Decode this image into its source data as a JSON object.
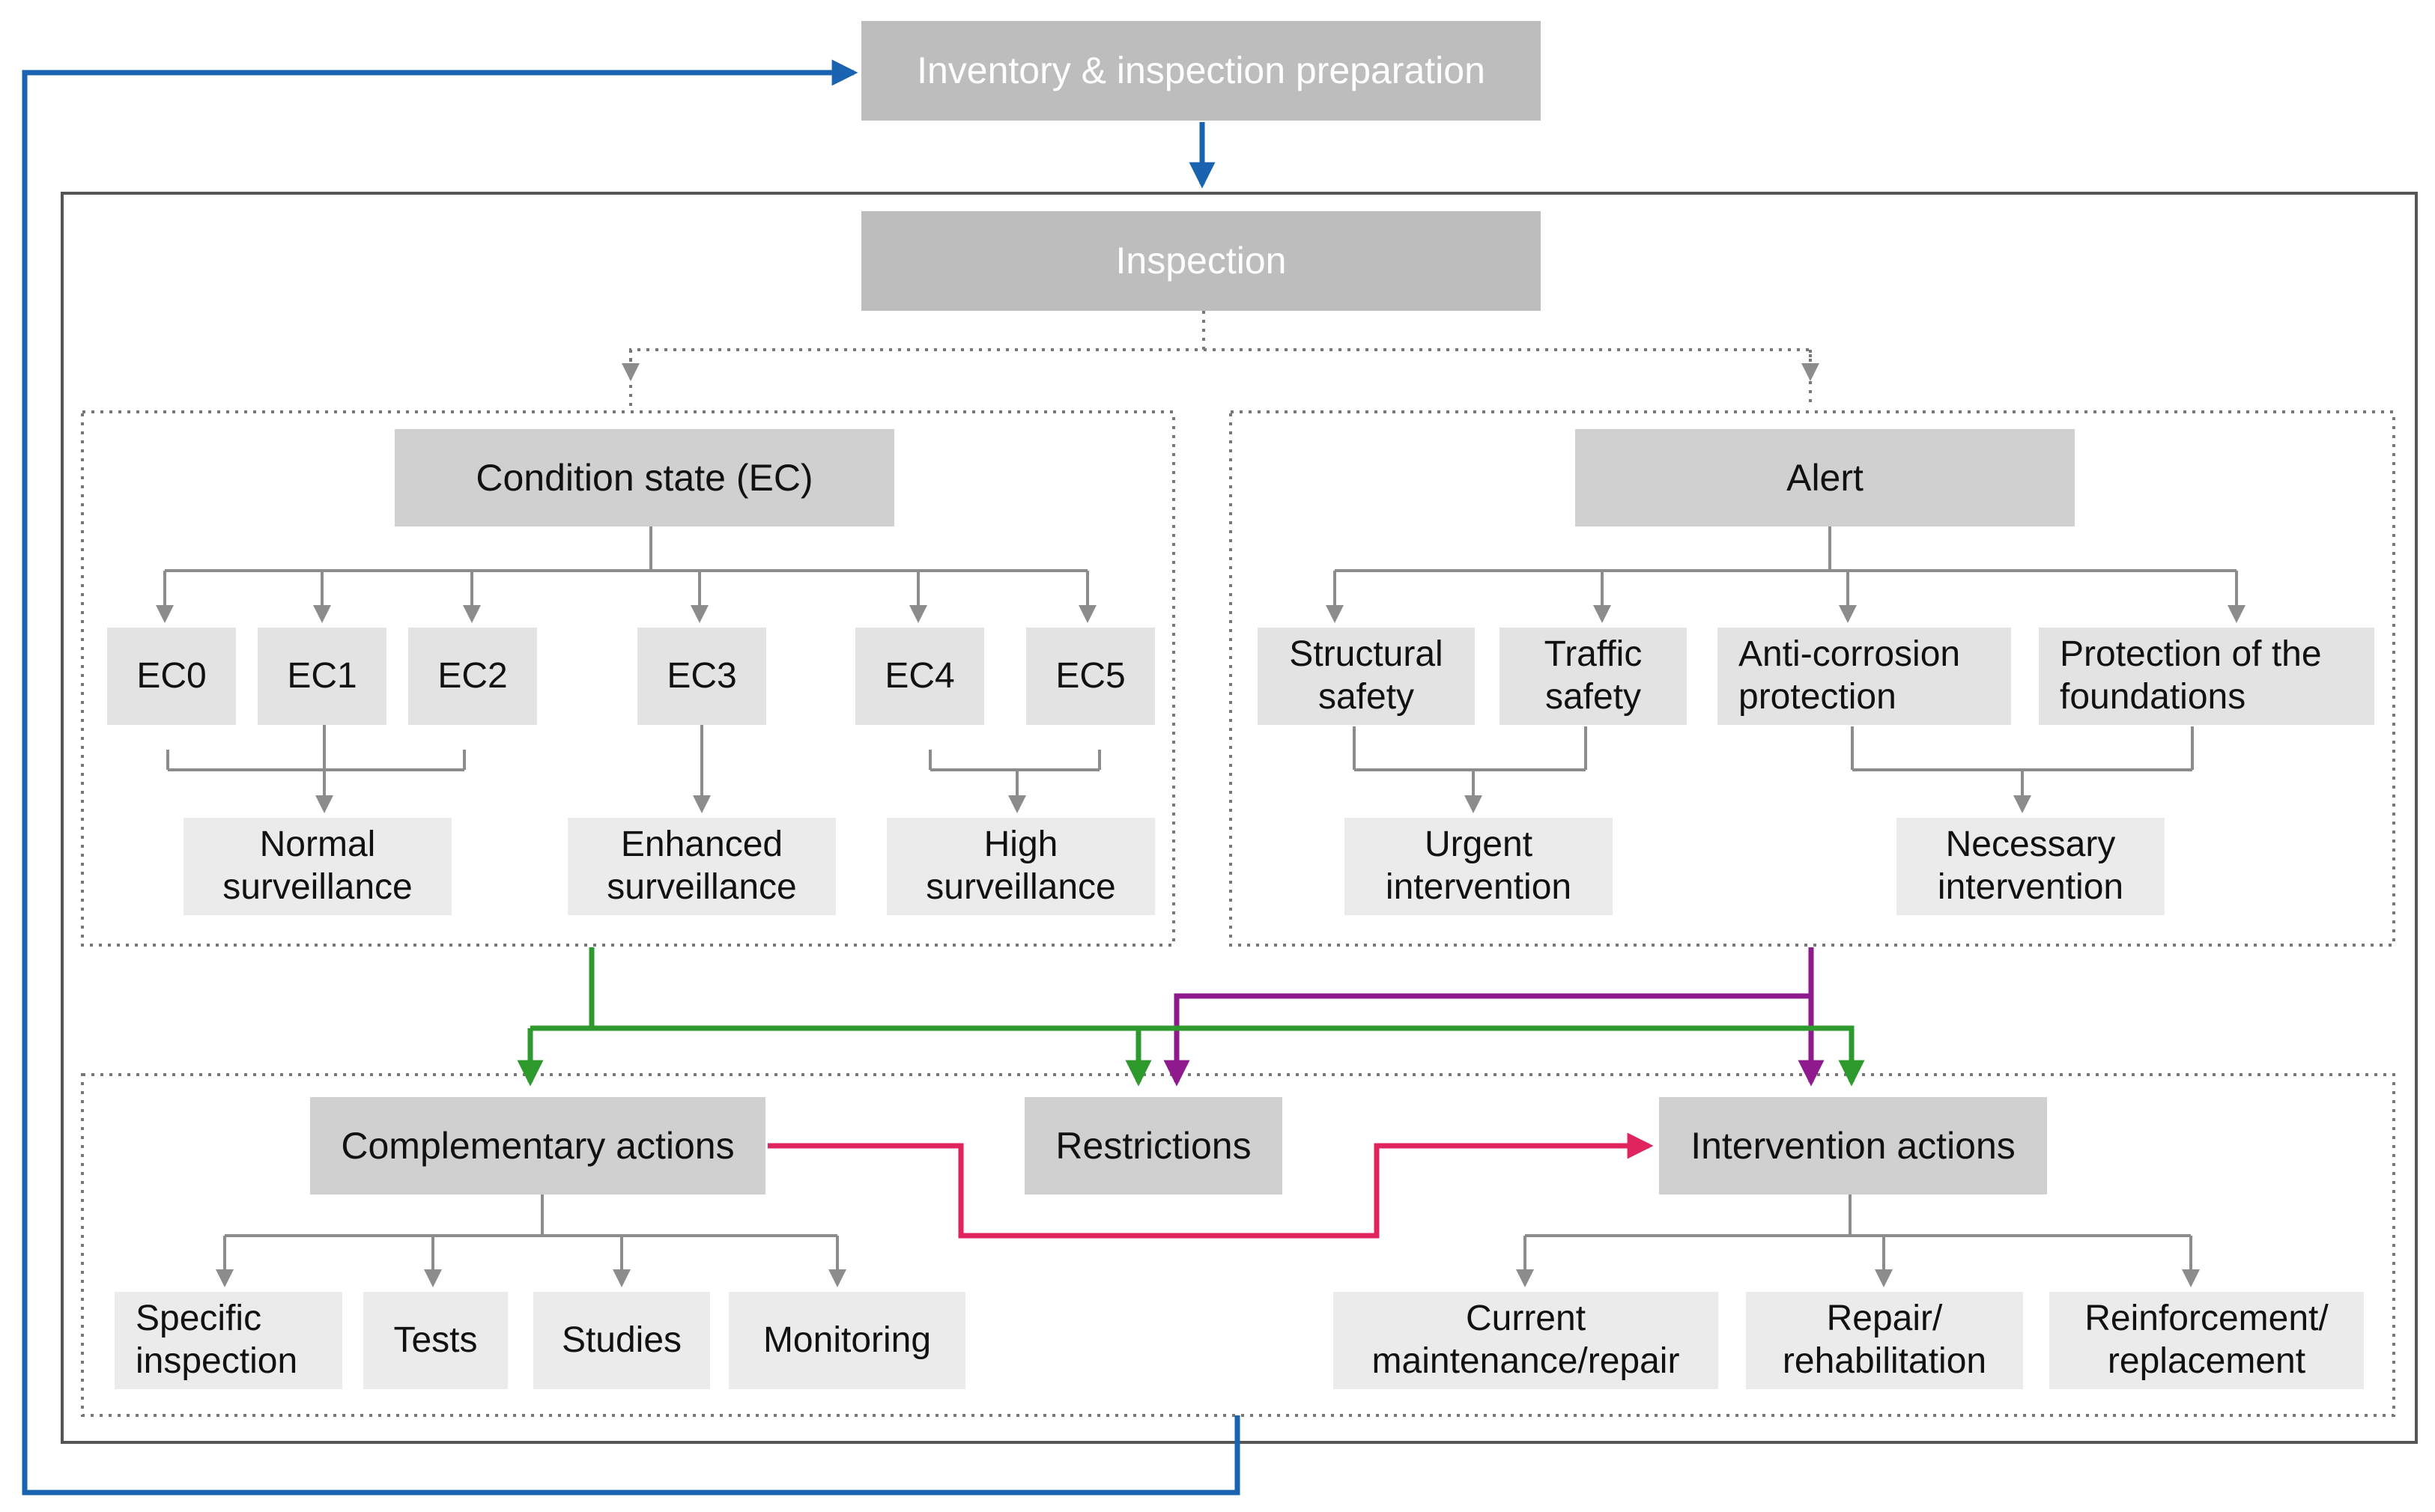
{
  "top": {
    "inventory": "Inventory & inspection preparation",
    "inspection": "Inspection"
  },
  "condition": {
    "title": "Condition state (EC)",
    "states": [
      "EC0",
      "EC1",
      "EC2",
      "EC3",
      "EC4",
      "EC5"
    ],
    "surveillance": [
      "Normal\nsurveillance",
      "Enhanced\nsurveillance",
      "High\nsurveillance"
    ]
  },
  "alert": {
    "title": "Alert",
    "types": [
      "Structural\nsafety",
      "Traffic\nsafety",
      "Anti-corrosion\nprotection",
      "Protection of the\nfoundations"
    ],
    "interventions": [
      "Urgent\nintervention",
      "Necessary\nintervention"
    ]
  },
  "actions": {
    "complementary": "Complementary actions",
    "restrictions": "Restrictions",
    "intervention": "Intervention actions",
    "complementary_items": [
      "Specific\ninspection",
      "Tests",
      "Studies",
      "Monitoring"
    ],
    "intervention_items": [
      "Current\nmaintenance/repair",
      "Repair/\nrehabilitation",
      "Reinforcement/\nreplacement"
    ]
  },
  "colors": {
    "feedback_arrow": "#1a63b0",
    "condition_arrow": "#2e9a2e",
    "alert_arrow": "#8e1a8e",
    "link_arrow": "#e0245e",
    "connector": "#8c8c8c"
  }
}
